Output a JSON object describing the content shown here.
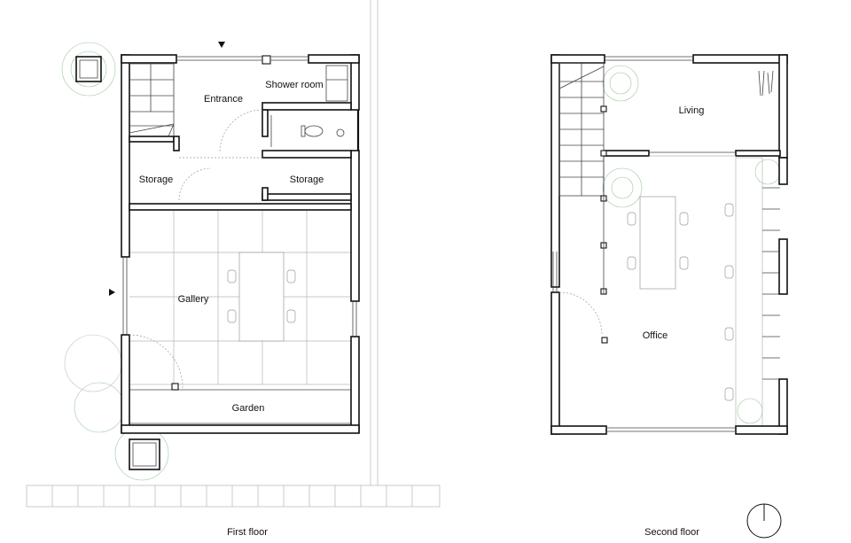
{
  "drawings": {
    "first_floor": {
      "caption": "First floor",
      "rooms": {
        "entrance": "Entrance",
        "shower_room": "Shower room",
        "storage_left": "Storage",
        "storage_right": "Storage",
        "gallery": "Gallery",
        "garden": "Garden"
      }
    },
    "second_floor": {
      "caption": "Second floor",
      "rooms": {
        "living": "Living",
        "office": "Office"
      }
    }
  },
  "symbols": {
    "entry_marker": "triangle-arrow",
    "north_arrow": "north-arrow-icon"
  },
  "colors": {
    "wall": "#111111",
    "planting": "#9cc89c",
    "furniture": "#9a9a9a"
  }
}
